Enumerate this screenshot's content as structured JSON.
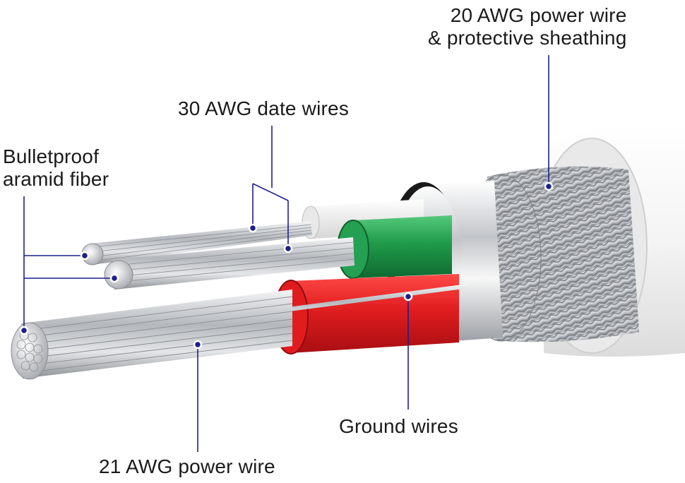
{
  "labels": {
    "power_wire_20awg": {
      "line1": "20 AWG power wire",
      "line2": "& protective sheathing"
    },
    "data_wires_30awg": "30 AWG date wires",
    "aramid_fiber": {
      "line1": "Bulletproof",
      "line2": "aramid fiber"
    },
    "ground_wires": "Ground wires",
    "power_wire_21awg": "21 AWG power wire"
  },
  "colors": {
    "leader_line": "#1c1f8c",
    "marker_dot": "#1c1f8c",
    "red_insulation": "#d4161b",
    "green_insulation": "#1f9a4a",
    "white_jacket": "#f2f2f2",
    "braid": "#9da1a6",
    "foil": "#c9ccd0"
  }
}
